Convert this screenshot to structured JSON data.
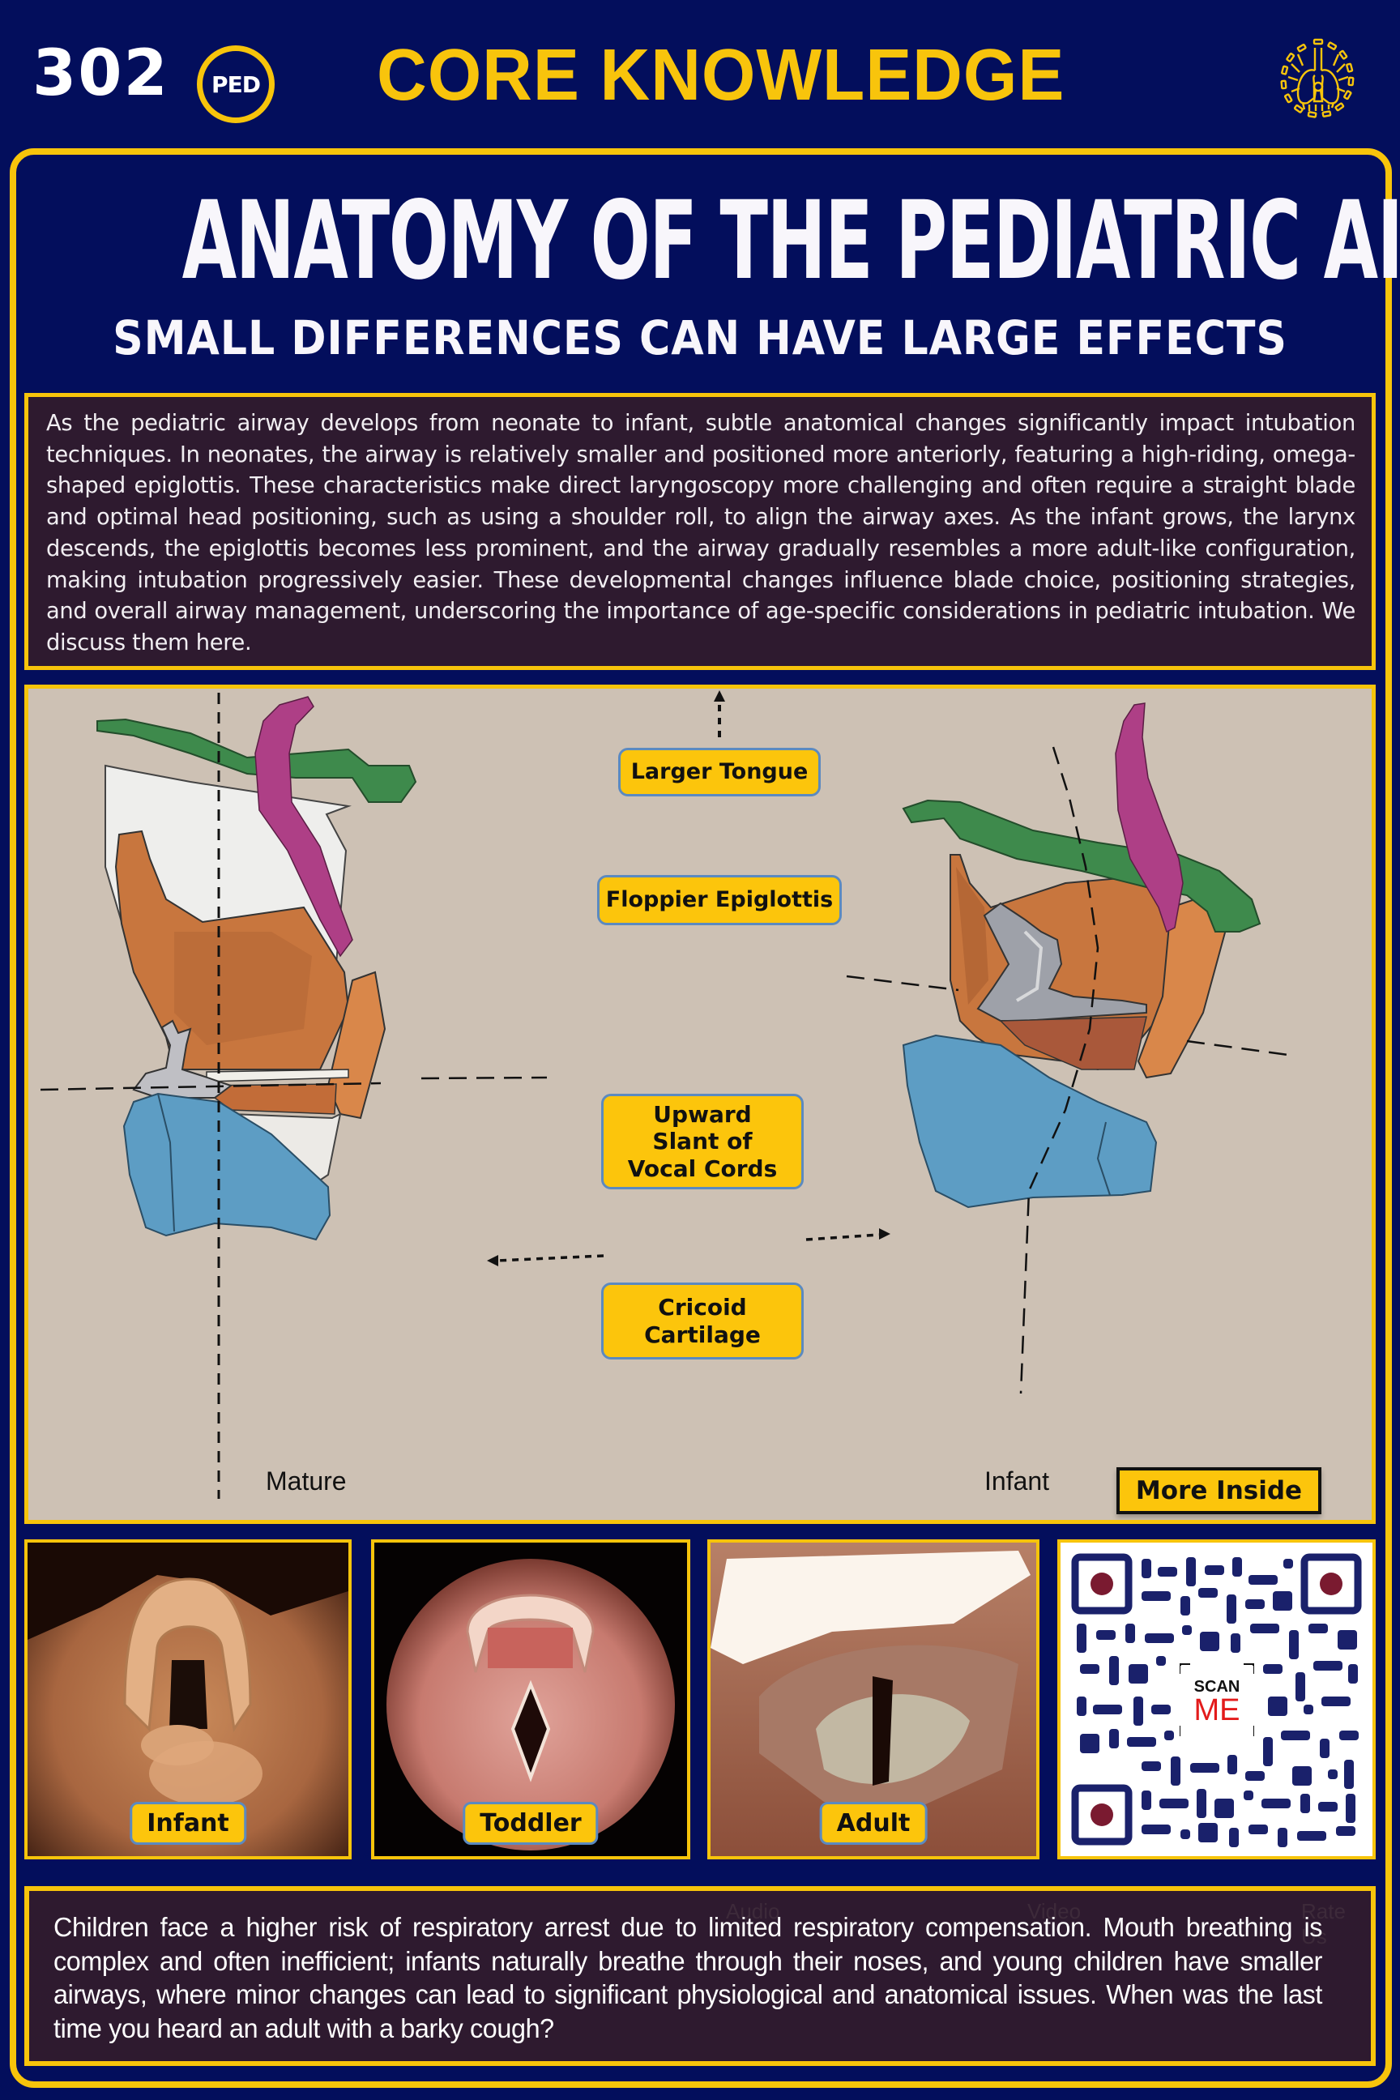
{
  "header": {
    "brand_number": "302",
    "brand_badge": "PED",
    "section_title": "CORE KNOWLEDGE",
    "logo_icon": "lungs-gear-logo"
  },
  "title": {
    "main": "ANATOMY OF THE PEDIATRIC AIRWAY",
    "subtitle": "SMALL DIFFERENCES CAN HAVE LARGE EFFECTS"
  },
  "intro": {
    "text": "As the pediatric airway develops from neonate to infant, subtle anatomical changes significantly impact intubation techniques. In neonates, the airway is relatively smaller and positioned more anteriorly, featuring a high-riding, omega-shaped epiglottis. These characteristics make direct laryngoscopy more challenging and often require a straight blade and optimal head positioning, such as using a shoulder roll, to align the airway axes. As the infant grows, the larynx descends, the epiglottis becomes less prominent, and the airway gradually resembles a more adult-like configuration, making intubation progressively easier. These developmental changes influence blade choice, positioning strategies, and overall airway management, underscoring the importance of age-specific considerations in pediatric intubation. We discuss them here."
  },
  "diagram": {
    "callouts": [
      {
        "label": "Larger Tongue"
      },
      {
        "label": "Floppier Epiglottis"
      },
      {
        "label": "Upward Slant of Vocal Cords"
      },
      {
        "label": "Cricoid Cartilage"
      }
    ],
    "left_label": "Mature",
    "right_label": "Infant",
    "more_button": "More Inside",
    "colors": {
      "background": "#cdc1b4",
      "epiglottis": "#3f8a4d",
      "tongue_muscle": "#b13f86",
      "thyroid": "#c87a45",
      "cricoid": "#5b9dc2",
      "callout_fill": "#fcc50c",
      "callout_border": "#5b8ac0"
    }
  },
  "photos": [
    {
      "label": "Infant"
    },
    {
      "label": "Toddler"
    },
    {
      "label": "Adult"
    }
  ],
  "qr": {
    "scan": "SCAN",
    "me": "ME"
  },
  "outro": {
    "text": "Children face a higher risk of respiratory arrest due to limited respiratory compensation. Mouth breathing is complex and often inefficient; infants naturally breathe through their noses, and young children have smaller airways, where minor changes can lead to significant physiological and anatomical issues. When was the last time you heard an adult with a barky cough?",
    "ghost_links": [
      "Audio",
      "Video",
      "Rate Us"
    ]
  },
  "theme": {
    "navy": "#030e5c",
    "yellow": "#f7c40b",
    "box_bg": "#2e1a2f",
    "white": "#f8f6fb"
  }
}
